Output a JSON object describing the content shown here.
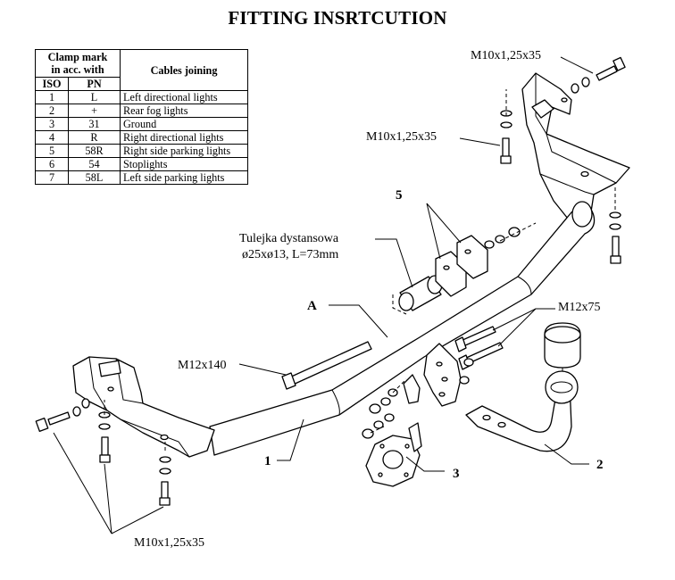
{
  "title": "FITTING INSRTCUTION",
  "table": {
    "header": {
      "clamp_mark_line1": "Clamp mark",
      "clamp_mark_line2": "in acc. with",
      "iso": "ISO",
      "pn": "PN",
      "cables_joining": "Cables joining"
    },
    "rows": [
      {
        "iso": "1",
        "pn": "L",
        "desc": "Left directional lights"
      },
      {
        "iso": "2",
        "pn": "+",
        "desc": "Rear fog lights"
      },
      {
        "iso": "3",
        "pn": "31",
        "desc": "Ground"
      },
      {
        "iso": "4",
        "pn": "R",
        "desc": "Right directional lights"
      },
      {
        "iso": "5",
        "pn": "58R",
        "desc": "Right side parking lights"
      },
      {
        "iso": "6",
        "pn": "54",
        "desc": "Stoplights"
      },
      {
        "iso": "7",
        "pn": "58L",
        "desc": "Left side parking lights"
      }
    ]
  },
  "labels": {
    "bolt_top": "M10x1,25x35",
    "bolt_right_mid": "M10x1,25x35",
    "bolt_bottom": "M10x1,25x35",
    "bolt_m12x140": "M12x140",
    "bolt_m12x75": "M12x75",
    "spacer_line1": "Tulejka dystansowa",
    "spacer_line2": "ø25xø13, L=73mm",
    "detail_a": "A",
    "part_1": "1",
    "part_2": "2",
    "part_3": "3",
    "part_5": "5"
  }
}
